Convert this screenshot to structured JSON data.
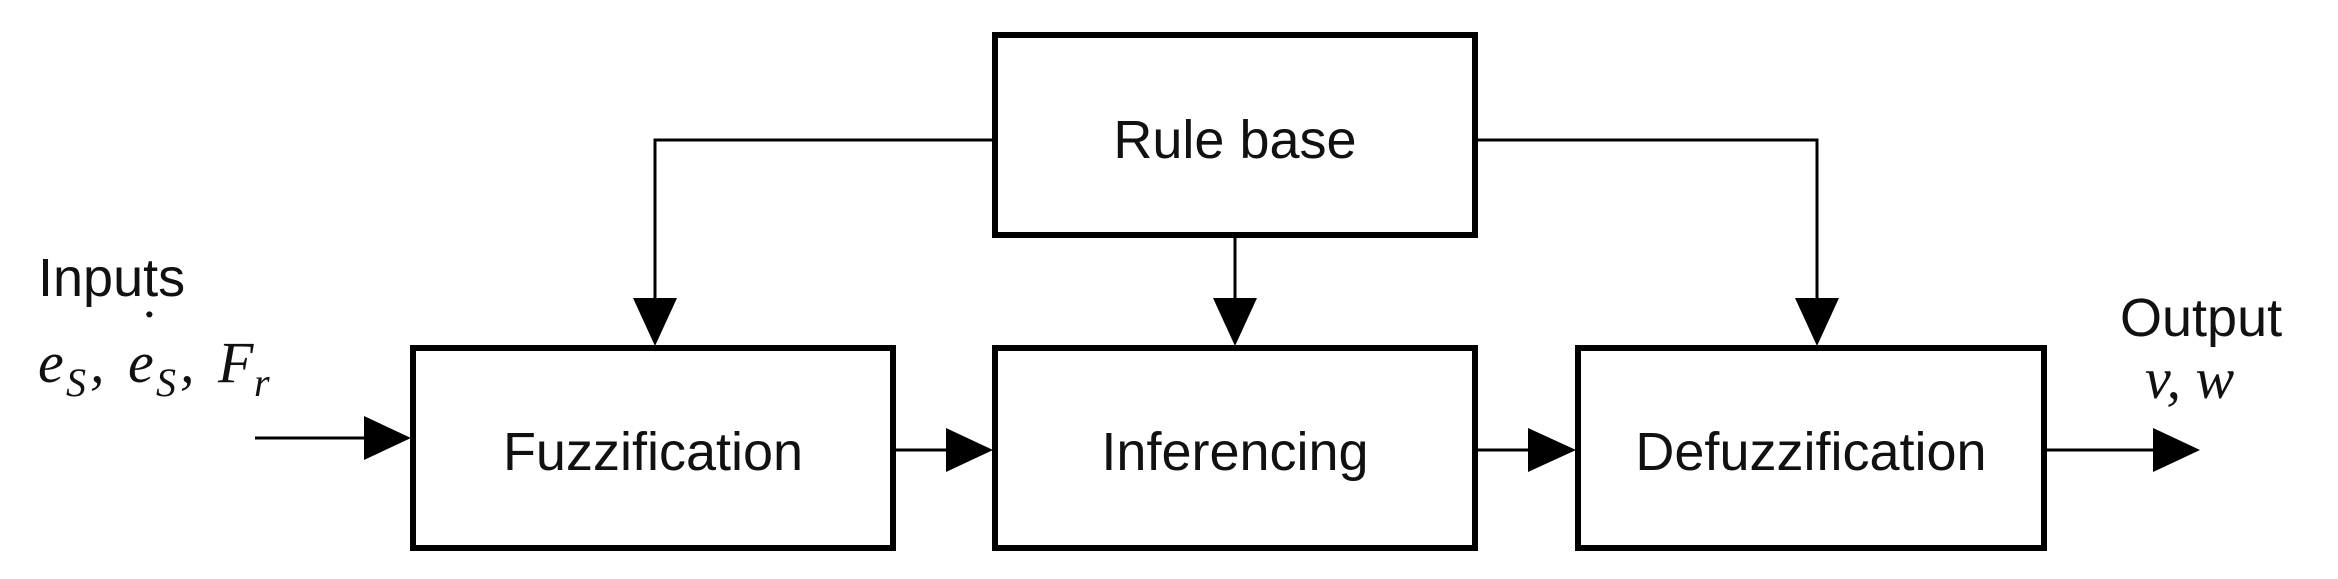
{
  "blocks": {
    "rule_base": "Rule base",
    "fuzzification": "Fuzzification",
    "inferencing": "Inferencing",
    "defuzzification": "Defuzzification"
  },
  "inputs": {
    "label": "Inputs",
    "var1": "e",
    "var1_sub": "S",
    "sep1": ", ",
    "var2": "e",
    "var2_dot": "˙",
    "var2_sub": "S",
    "sep2": ", ",
    "var3": "F",
    "var3_sub": "r"
  },
  "output": {
    "label": "Output",
    "vars": "v, w"
  }
}
